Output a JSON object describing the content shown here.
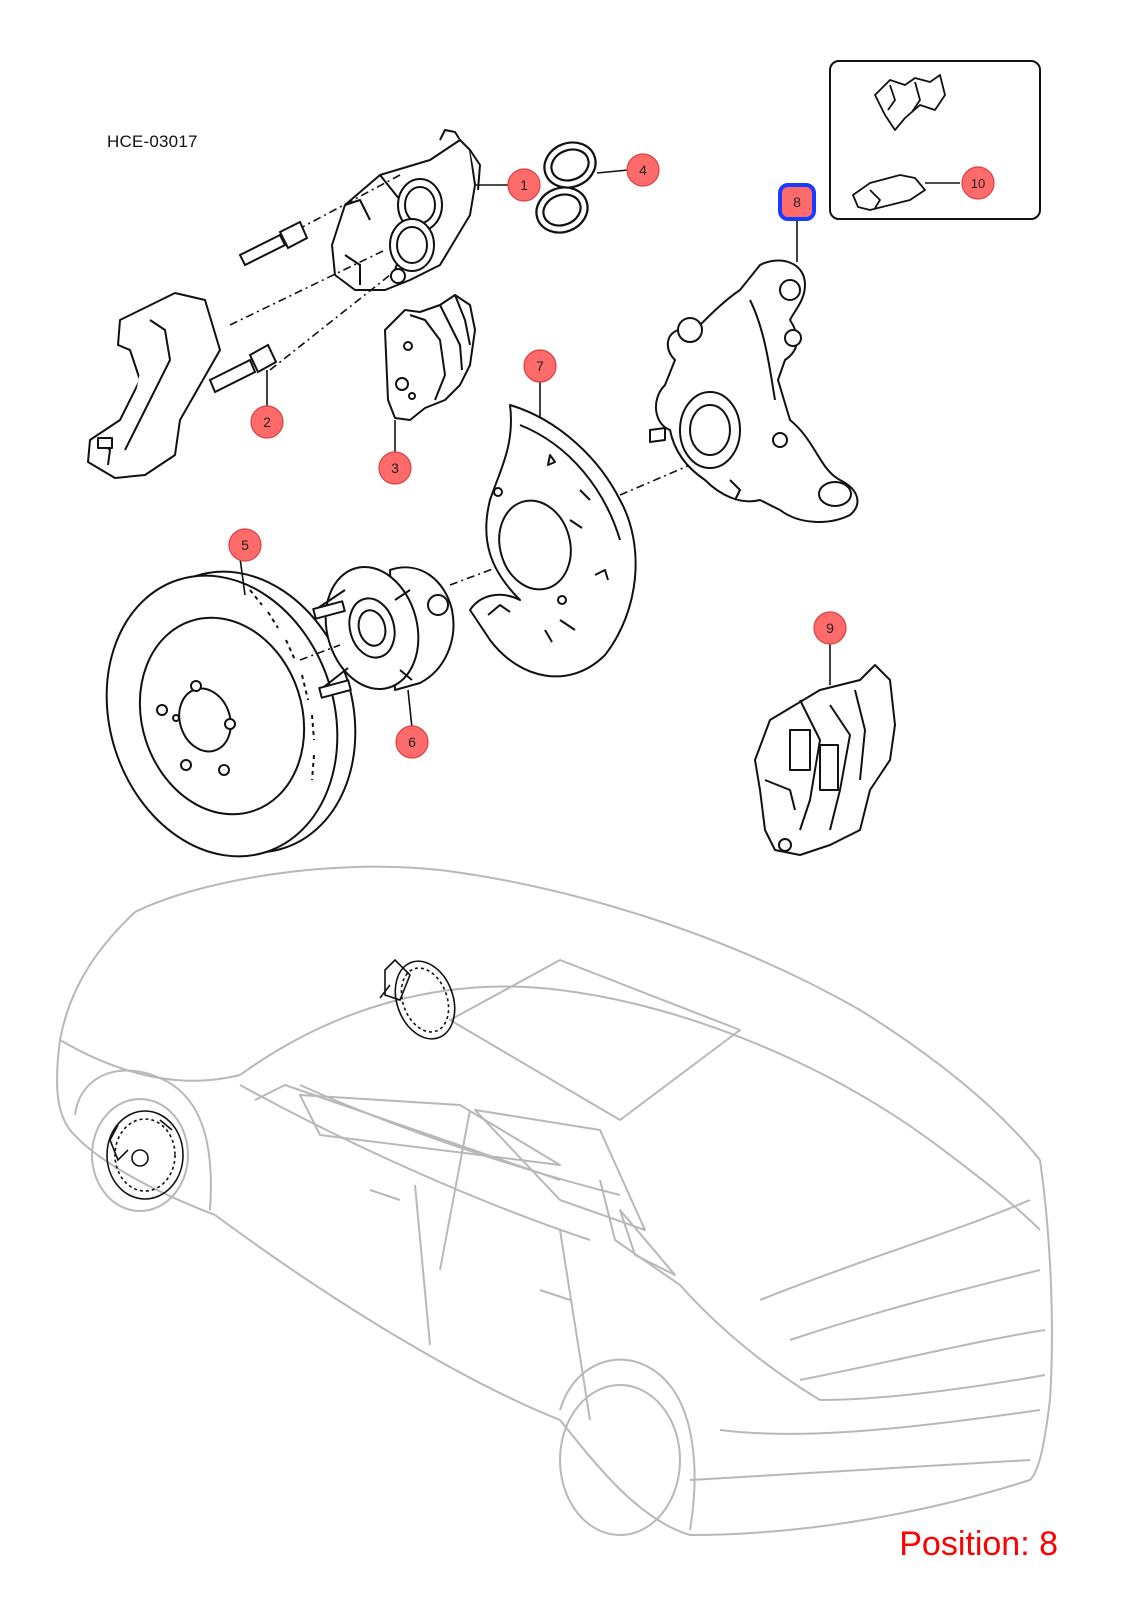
{
  "diagram": {
    "reference_code": "HCE-03017",
    "position_label": "Position: 8",
    "selected_callout": "8",
    "colors": {
      "callout_fill": "#ff6b6b",
      "callout_stroke": "#d94040",
      "selected_outline": "#1a3cff",
      "position_text": "#ff0000",
      "line_art": "#111111",
      "car_outline": "#b8b8b8"
    },
    "callouts": [
      {
        "number": "1",
        "part": "brake caliper"
      },
      {
        "number": "2",
        "part": "guide pin"
      },
      {
        "number": "3",
        "part": "brake pad set"
      },
      {
        "number": "4",
        "part": "piston seal kit"
      },
      {
        "number": "5",
        "part": "brake disc"
      },
      {
        "number": "6",
        "part": "wheel hub"
      },
      {
        "number": "7",
        "part": "dust shield"
      },
      {
        "number": "8",
        "part": "steering knuckle"
      },
      {
        "number": "9",
        "part": "brake caliper assembly"
      },
      {
        "number": "10",
        "part": "pad retaining clip"
      }
    ]
  }
}
